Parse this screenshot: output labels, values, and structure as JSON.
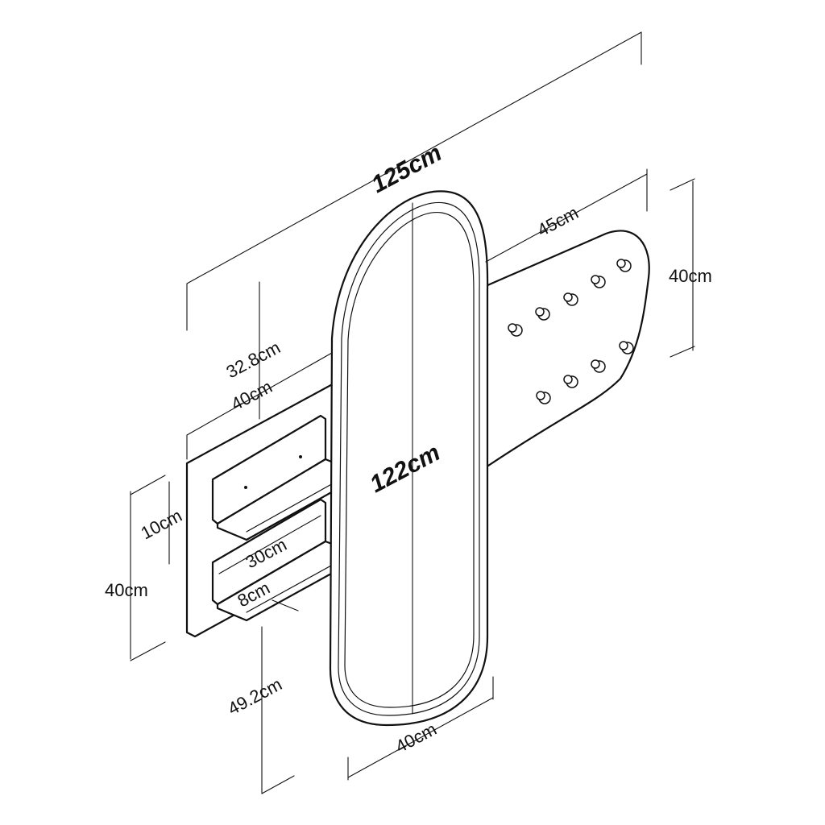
{
  "dimensions": {
    "total_width": "125cm",
    "mirror_height": "122cm",
    "mirror_width": "40cm",
    "hook_panel_width": "45cm",
    "hook_panel_height": "40cm",
    "shelf_panel_width": "40cm",
    "shelf_panel_height": "40cm",
    "shelf_top_offset": "32.8cm",
    "shelf_bottom_offset": "49.2cm",
    "shelf_spacing": "10cm",
    "shelf_length": "30cm",
    "shelf_depth": "8cm"
  }
}
